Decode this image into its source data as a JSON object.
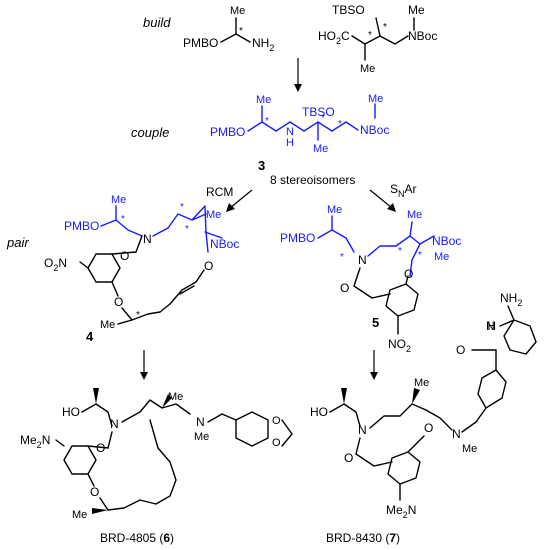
{
  "steps": {
    "build": "build",
    "couple": "couple",
    "pair": "pair"
  },
  "reagents": {
    "rcm": "RCM",
    "snar_s": "S",
    "snar_sub": "N",
    "snar_ar": "Ar"
  },
  "compounds": {
    "c3": {
      "number": "3",
      "note": "8 stereoisomers"
    },
    "c4": {
      "number": "4"
    },
    "c5": {
      "number": "5"
    },
    "c6": {
      "name": "BRD-4805 (",
      "number": "6",
      "close": ")"
    },
    "c7": {
      "name": "BRD-8430 (",
      "number": "7",
      "close": ")"
    }
  },
  "atoms": {
    "pmbo": "PMBO",
    "nh2": "NH",
    "sub2": "2",
    "tbso": "TBSO",
    "me": "Me",
    "nboc": "NBoc",
    "ho2c": "HO",
    "ho2c_sub": "2",
    "ho2c_c": "C",
    "star": "*",
    "h": "H",
    "n": "N",
    "o": "O",
    "o2n": "O",
    "o2n_sub": "2",
    "o2n_n": "N",
    "no2": "NO",
    "no2_sub": "2",
    "ho": "HO",
    "me2n": "Me",
    "me2n_sub": "2",
    "me2n_n": "N",
    "nh": "H",
    "nh2b": "NH",
    "nh2b_sub": "2"
  },
  "colors": {
    "accent_blue": "#1a1aff",
    "ink": "#000000"
  }
}
